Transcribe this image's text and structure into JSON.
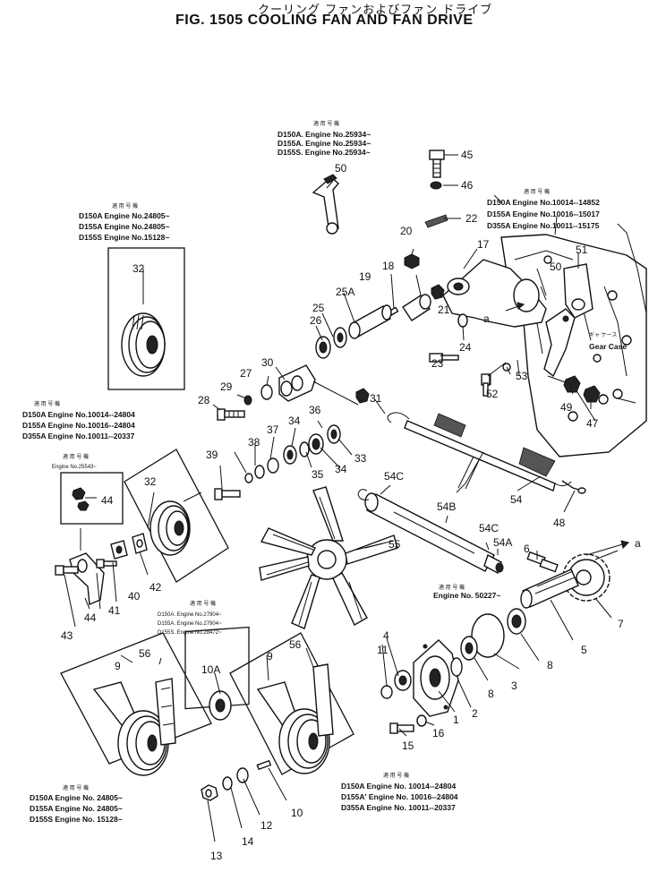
{
  "header": {
    "title_jp": "クーリング ファンおよびファン ドライブ",
    "title": "FIG. 1505 COOLING FAN AND FAN DRIVE"
  },
  "notes": {
    "applicable_jp": "適 用 号 機",
    "n50": [
      "D150A. Engine No.25934~",
      "D155A. Engine No.25934~",
      "D155S. Engine No.25934~"
    ],
    "n32": [
      "D150A  Engine No.24805~",
      "D155A  Engine No.24805~",
      "D155S  Engine No.15128~"
    ],
    "n_gearcase": [
      "D150A  Engine  No.10014--14852",
      "D155A  Engine  No.10016--15017",
      "D355A  Engine  No.10011--15175"
    ],
    "n_mid": [
      "D150A  Engine     No.10014--24804",
      "D155A  Engine     No.10016--24804",
      "D355A  Engine     No.10011--20337"
    ],
    "n44": [
      "Engine No.25543~"
    ],
    "n7": [
      "Engine  No.  50227~"
    ],
    "n10a": [
      "D150A. Engine No.27904~",
      "D155A. Engine No.27904~",
      "D155S. Engine No.28472~"
    ],
    "n_bl": [
      "D150A  Engine  No. 24805~",
      "D155A  Engine  No. 24805~",
      "D155S  Engine  No. 15128~"
    ],
    "n_br": [
      "D150A  Engine   No. 10014--24804",
      "D155A' Engine   No. 10016--24804",
      "D355A  Engine   No. 10011--20337"
    ],
    "gear_case_jp": "ギャ ケース",
    "gear_case": "Gear  Case",
    "arrow_a": "a"
  },
  "callouts": [
    "45",
    "46",
    "50",
    "22",
    "20",
    "17",
    "51",
    "50",
    "18",
    "19",
    "21",
    "25A",
    "25",
    "26",
    "24",
    "30",
    "27",
    "29",
    "23",
    "52",
    "53",
    "28",
    "31",
    "49",
    "47",
    "36",
    "34",
    "33",
    "37",
    "34",
    "35",
    "38",
    "39",
    "32",
    "54C",
    "54B",
    "44",
    "54C",
    "54A",
    "54",
    "48",
    "55",
    "6",
    "7",
    "5",
    "42",
    "40",
    "41",
    "43",
    "44",
    "11",
    "4",
    "1",
    "2",
    "8",
    "3",
    "10A",
    "9",
    "56",
    "9",
    "56",
    "16",
    "15",
    "10",
    "12",
    "13",
    "14"
  ]
}
